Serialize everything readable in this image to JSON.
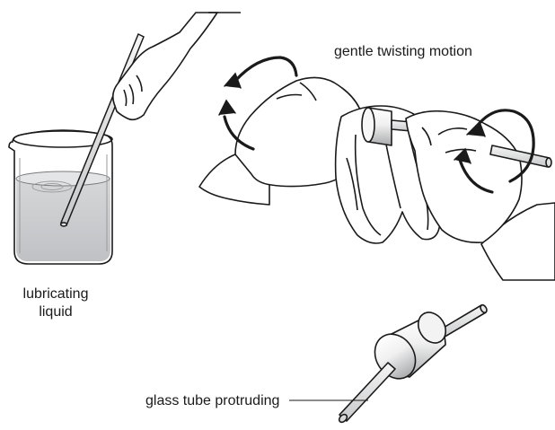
{
  "labels": {
    "twisting": "gentle twisting motion",
    "lubricating_line1": "lubricating",
    "lubricating_line2": "liquid",
    "tube": "glass tube protruding"
  },
  "colors": {
    "outline": "#1a1a1a",
    "liquid": "#c9cbce",
    "liquid_top": "#e6e7e8",
    "stopper_light": "#f4f4f4",
    "stopper_dark": "#b8b9bb",
    "glass": "#e1e2e4"
  },
  "icons": [
    "rotation-arrow-icon",
    "rotation-arrow-icon",
    "rotation-arrow-icon",
    "rotation-arrow-icon"
  ]
}
